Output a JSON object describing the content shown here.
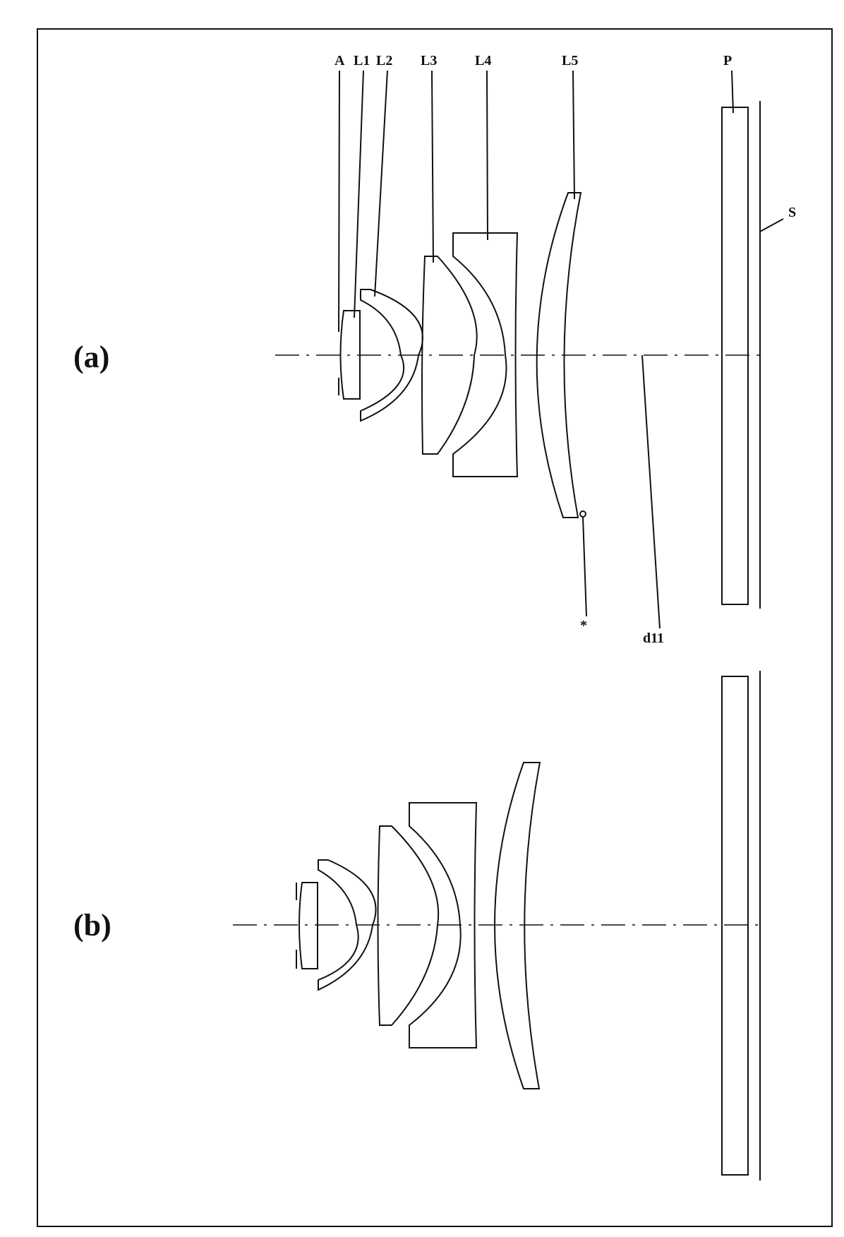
{
  "figure": {
    "panel_a_label": "(a)",
    "panel_b_label": "(b)",
    "labels": {
      "aperture": "A",
      "lens1": "L1",
      "lens2": "L2",
      "lens3": "L3",
      "lens4": "L4",
      "lens5": "L5",
      "plate": "P",
      "sensor": "S",
      "marker": "*",
      "distance": "d11"
    }
  }
}
